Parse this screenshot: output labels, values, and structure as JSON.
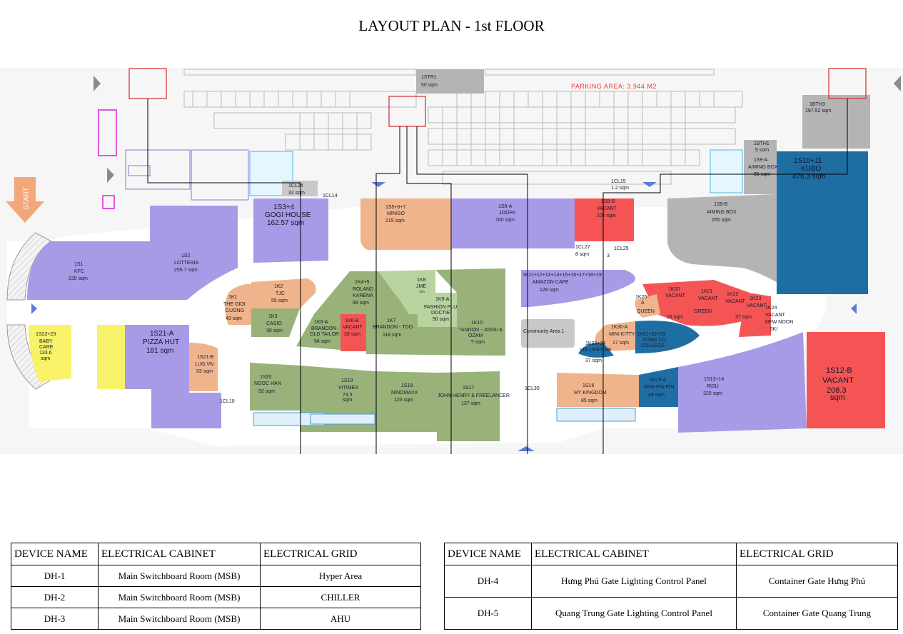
{
  "title": "LAYOUT PLAN - 1st FLOOR",
  "plan": {
    "parking_label": "PARKING AREA: 3,944  M2",
    "start_label": "START",
    "community_area": "Community Area 1",
    "units": {
      "strA": [
        "1STR1",
        "50 sqm"
      ],
      "bth3": [
        "1BTH3",
        "197.52 sqm"
      ],
      "bth1": [
        "1BTH1",
        "5 sqm"
      ],
      "s9a": [
        "1S9-A",
        "AIMING BOX",
        "55 sqm"
      ],
      "s10": [
        "1S10+11",
        "KUBO",
        "476.3 sqm"
      ],
      "s9b": [
        "1S9-B",
        "AIMING BOX",
        "255 sqm"
      ],
      "cl24": [
        "1CL24",
        "32 sqm"
      ],
      "cl14": [
        "1CL14"
      ],
      "s34": [
        "1S3+4",
        "GOGI HOUSE",
        "162.57 sqm"
      ],
      "s567": [
        "1S5+6+7",
        "MINISO",
        "215 sqm"
      ],
      "s8a": [
        "1S8-A",
        "JOOPII",
        "160 sqm"
      ],
      "s8b": [
        "1S8-B",
        "VACANT",
        "100 sqm"
      ],
      "cl15": [
        "1CL15",
        "1.2 sqm"
      ],
      "cl27": [
        "1CL27",
        "8 sqm"
      ],
      "cl25": [
        "1CL25",
        "3"
      ],
      "s1": [
        "1S1",
        "KFC",
        "230 sqm"
      ],
      "s2": [
        "1S2",
        "LOTTERIA",
        "255.7 sqm"
      ],
      "k1": [
        "1K1",
        "THE GIOI",
        "CUONG",
        "43 sqm"
      ],
      "k2": [
        "1K2",
        "TJC",
        "55 sqm"
      ],
      "k3": [
        "1K3",
        "CASIO",
        "30 sqm"
      ],
      "k45": [
        "1K4+5",
        "ROLAND",
        "KARENA",
        "89 sqm"
      ],
      "k8": [
        "1K8",
        "JME",
        "30"
      ],
      "k9a": [
        "1K9-A",
        "FASHION PLUS -",
        "DOCTIE",
        "50 sqm"
      ],
      "k6a": [
        "1K6-A",
        "BRANDON -",
        "OLD TAILOR",
        "54 sqm"
      ],
      "k6b": [
        "1K6-B",
        "VACANT",
        "28 sqm"
      ],
      "k7": [
        "1K7",
        "BRANDON - TOO",
        "118 sqm"
      ],
      "k10": [
        "1K10",
        "BRANDON - JOSSI &",
        "OZAM",
        "56 sqm"
      ],
      "k11": [
        "1K11+12+13+14+15+16+17+18+19",
        "AMAZON CAFE",
        "128 sqm"
      ],
      "k20": [
        "1K20",
        "VACANT",
        "18 sqm"
      ],
      "k21": [
        "1K21",
        "VACANT",
        "GREEN"
      ],
      "k22": [
        "1K22",
        "VACANT",
        "37 sqm"
      ],
      "k23": [
        "1K23",
        "VACANT"
      ],
      "k24": [
        "1K24",
        "VACANT",
        "NEW NOON",
        "SKI"
      ],
      "k25": [
        "1K25-",
        "A",
        "QUEEN"
      ],
      "k30a": [
        "1K30-A",
        "MINI KITTY",
        "17 sqm"
      ],
      "k31": [
        "1K31+32+33",
        "SONG CO",
        "COLLEGE"
      ],
      "k33": [
        "1K33+34",
        "VIE LIFETIME",
        "37 sqm"
      ],
      "s22": [
        "1S22+23",
        "BABY",
        "CARE",
        "133.6",
        "sqm"
      ],
      "s21a": [
        "1S21-A",
        "PIZZA HUT",
        "181 sqm"
      ],
      "s21b": [
        "1S21-B",
        "LUG.VN",
        "53 sqm"
      ],
      "s20": [
        "1S20",
        "NGOC HAN",
        "92 sqm"
      ],
      "s19": [
        "1S19",
        "VITIMEX",
        "74.5",
        "sqm"
      ],
      "s18": [
        "1S18",
        "NINOMAXX",
        "123 sqm"
      ],
      "s17": [
        "1S17",
        "JOHN HENRY & FREELANCER",
        "137 sqm"
      ],
      "s16": [
        "1S16",
        "MY KINGDOM",
        "85 sqm"
      ],
      "s15a": [
        "1S15-A",
        "KEM PIN PIN",
        "49 sqm"
      ],
      "s1314": [
        "1S13+14",
        "RISU",
        "320 sqm"
      ],
      "s12": [
        "1S12-B",
        "VACANT",
        "208.3",
        "sqm"
      ],
      "cl10": [
        "1CL10"
      ],
      "cl30": [
        "1CL30"
      ]
    }
  },
  "table_left": {
    "headers": [
      "DEVICE NAME",
      "ELECTRICAL CABINET",
      "ELECTRICAL GRID"
    ],
    "rows": [
      [
        "DH-1",
        "Main Switchboard Room (MSB)",
        "Hyper Area"
      ],
      [
        "DH-2",
        "Main Switchboard Room (MSB)",
        "CHILLER"
      ],
      [
        "DH-3",
        "Main Switchboard Room (MSB)",
        "AHU"
      ]
    ]
  },
  "table_right": {
    "headers": [
      "DEVICE NAME",
      "ELECTRICAL CABINET",
      "ELECTRICAL GRID"
    ],
    "rows": [
      [
        "DH-4",
        "Hưng Phú Gate Lighting Control Panel",
        "Container Gate Hưng Phú"
      ],
      [
        "DH-5",
        "Quang Trung Gate Lighting Control Panel",
        "Container Gate Quang Trung"
      ]
    ]
  },
  "colors": {
    "purple": "#a79ae6",
    "green": "#98b27a",
    "orange": "#f0b48c",
    "red": "#f45454",
    "blue": "#1f6ea3",
    "yellow": "#f7f26a",
    "gray": "#b4b4b4"
  }
}
